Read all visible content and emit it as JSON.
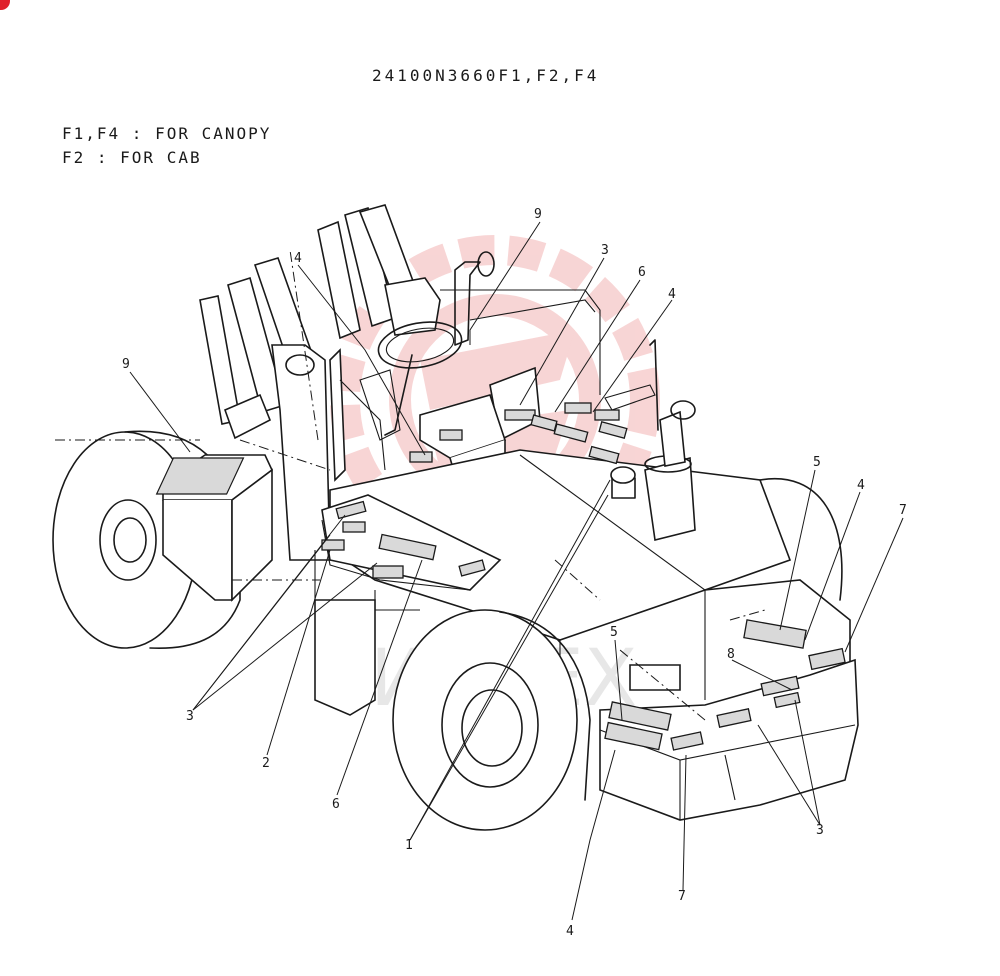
{
  "title": "24100N3660F1,F2,F4",
  "notes": [
    "F1,F4 : FOR CANOPY",
    "F2 : FOR CAB"
  ],
  "watermark": "ИНТЕХ",
  "callouts": [
    "9",
    "4",
    "9",
    "3",
    "6",
    "4",
    "5",
    "4",
    "7",
    "3",
    "2",
    "6",
    "1",
    "5",
    "8",
    "3",
    "4",
    "7"
  ],
  "colors": {
    "corner_mark": "#e0202a",
    "watermark_logo": "#f2b3b3",
    "line": "#1a1a1a"
  }
}
